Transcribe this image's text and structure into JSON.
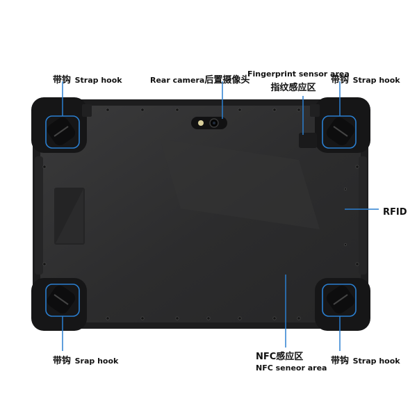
{
  "labels": {
    "strap_top_left": {
      "cn": "带钩",
      "en": "Strap hook"
    },
    "rear_camera": {
      "en": "Rear camera",
      "cn": "后置摄像头"
    },
    "fingerprint": {
      "en": "Fingerprint sensor area",
      "cn": "指纹感应区"
    },
    "strap_top_right": {
      "cn": "带钩",
      "en": "Strap hook"
    },
    "rfid": {
      "en": "RFID"
    },
    "strap_bottom_left": {
      "cn": "带钩",
      "en": "Srap hook"
    },
    "nfc": {
      "cn": "NFC感应区",
      "en": "NFC seneor area"
    },
    "strap_bottom_right": {
      "cn": "带钩",
      "en": "Strap hook"
    }
  },
  "colors": {
    "accent": "#2a7fd1",
    "device_body": "#2f2f30",
    "device_bumper": "#1c1c1d",
    "background": "#ffffff"
  }
}
